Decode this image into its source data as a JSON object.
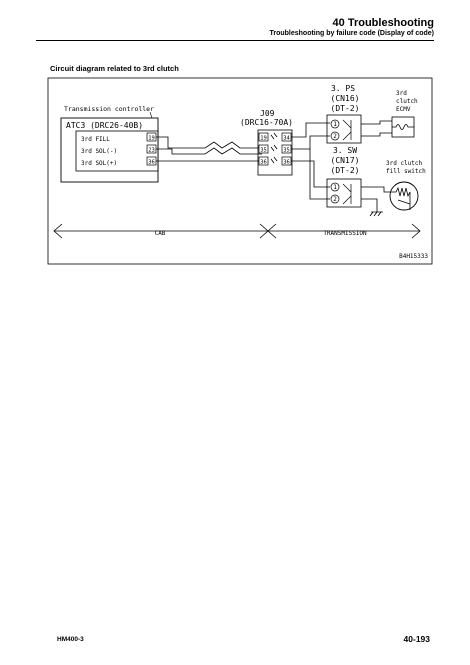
{
  "header": {
    "title": "40 Troubleshooting",
    "subtitle": "Troubleshooting by failure code (Display of code)"
  },
  "section_title": "Circuit diagram related to 3rd clutch",
  "diagram": {
    "controller": {
      "title": "Transmission controller",
      "connector": "ATC3 (DRC26-40B)",
      "pins": [
        {
          "label": "3rd FILL",
          "pin": "19"
        },
        {
          "label": "3rd SOL(-)",
          "pin": "23"
        },
        {
          "label": "3rd SOL(+)",
          "pin": "36"
        }
      ]
    },
    "junction": {
      "name": "J09",
      "connector": "(DRC16-70A)",
      "pins_left": [
        "19",
        "35",
        "36"
      ],
      "pins_right": [
        "34",
        "35",
        "36"
      ]
    },
    "ps": {
      "name": "3. PS",
      "code": "(CN16)",
      "type": "(DT-2)",
      "pins": [
        "1",
        "2"
      ]
    },
    "sw": {
      "name": "3. SW",
      "code": "(CN17)",
      "type": "(DT-2)",
      "pins": [
        "1",
        "2"
      ]
    },
    "ecmv": {
      "line1": "3rd",
      "line2": "clutch",
      "line3": "ECMV"
    },
    "fill_switch": {
      "line1": "3rd clutch",
      "line2": "fill switch"
    },
    "zones": {
      "left": "CAB",
      "right": "TRANSMISSION"
    },
    "figure_id": "B4H15333"
  },
  "footer": {
    "model": "HM400-3",
    "page": "40-193"
  }
}
